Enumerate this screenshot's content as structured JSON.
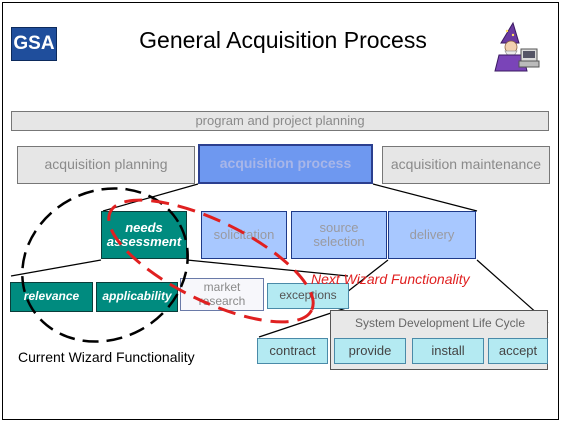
{
  "header": {
    "logo_text": "GSA",
    "title": "General Acquisition Process"
  },
  "colors": {
    "logo_bg": "#1f4e9c",
    "teal": "#008b7f",
    "light_blue": "#a8c8ff",
    "process_blue": "#6e98f0",
    "light_teal": "#b4eaf2",
    "grey": "#e6e6e6",
    "red_ellipse": "#e02020"
  },
  "planning": {
    "program_label": "program and project planning",
    "acq_planning": "acquisition planning",
    "acq_process": "acquisition process",
    "acq_maintenance": "acquisition maintenance"
  },
  "process_steps": {
    "needs": "needs assessment",
    "solicitation": "solicitation",
    "source": "source selection",
    "delivery": "delivery"
  },
  "needs_children": {
    "relevance": "relevance",
    "applicability": "applicability",
    "market": "market research",
    "exceptions": "exceptions"
  },
  "sdlc": {
    "title": "System Development Life Cycle",
    "contract": "contract",
    "provide": "provide",
    "install": "install",
    "accept": "accept"
  },
  "annotations": {
    "current": "Current Wizard Functionality",
    "next": "Next Wizard Functionality"
  },
  "icons": {
    "logo": "gsa-logo",
    "wizard": "wizard-icon"
  }
}
